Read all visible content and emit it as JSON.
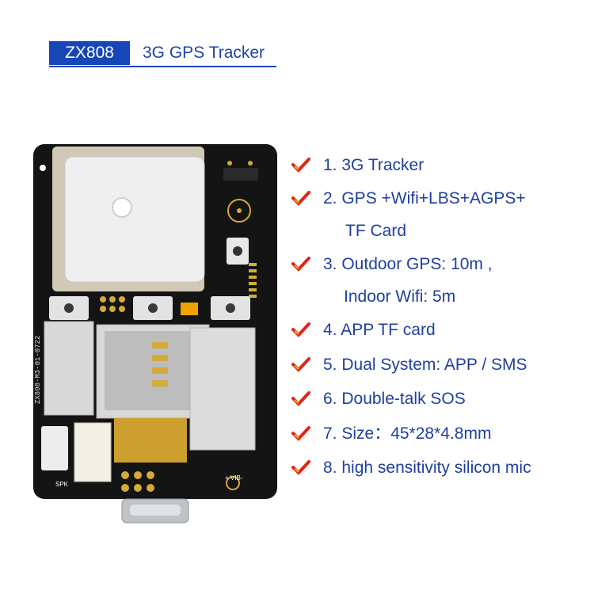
{
  "header": {
    "model": "ZX808",
    "subtitle": "3G GPS Tracker"
  },
  "features": [
    {
      "text": "1. 3G Tracker"
    },
    {
      "text": "2. GPS +Wifi+LBS+AGPS+",
      "cont": "TF Card"
    },
    {
      "text": "3. Outdoor GPS: 10m ,",
      "cont": "Indoor Wifi: 5m"
    },
    {
      "text": "4. APP TF card"
    },
    {
      "text": "5. Dual System: APP / SMS"
    },
    {
      "text": "6. Double-talk SOS"
    },
    {
      "text": "7. Size：45*28*4.8mm"
    },
    {
      "text": "8. high sensitivity silicon mic"
    }
  ],
  "board_labels": {
    "pcb_id": "ZX808-M3-01-0722",
    "spk": "SPK",
    "vib": "+ VIB-"
  },
  "colors": {
    "brand_blue": "#1746b8",
    "text_blue": "#1f3fa0",
    "check_red": "#e0241b",
    "check_yellow": "#f2b800",
    "pcb": "#111111",
    "gold": "#d4aa3a"
  }
}
